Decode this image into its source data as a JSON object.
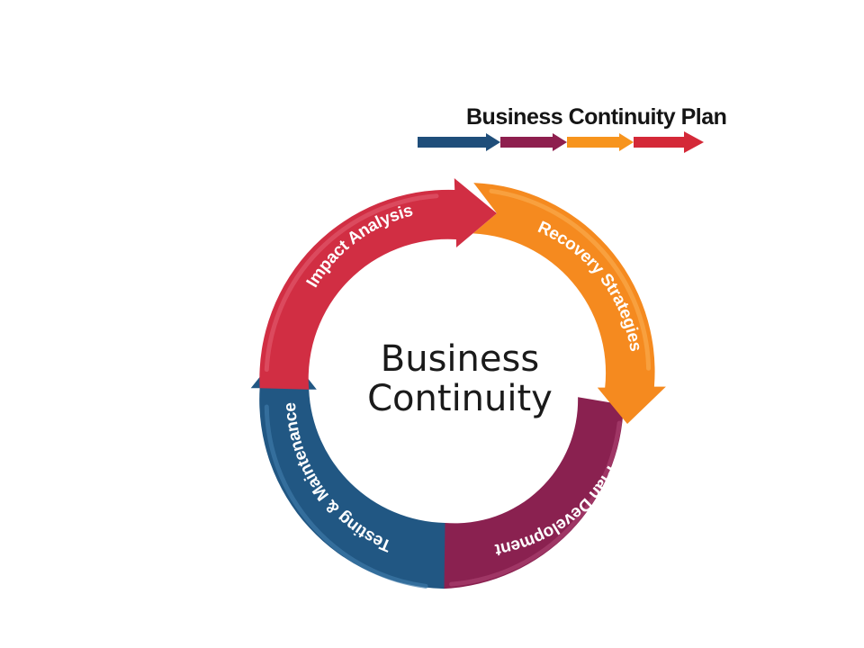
{
  "legend": {
    "title": "Business Continuity Plan",
    "colors": [
      "#1F4E7A",
      "#8E1F4E",
      "#F7941D",
      "#D42938"
    ]
  },
  "center": {
    "line1": "Business",
    "line2": "Continuity"
  },
  "segments": [
    {
      "id": "impact-analysis",
      "label": "Impact Analysis",
      "color": "#D12E43",
      "highlight": "#E0576A"
    },
    {
      "id": "recovery-strategies",
      "label": "Recovery Strategies",
      "color": "#F58A1F",
      "highlight": "#F9A94B"
    },
    {
      "id": "plan-development",
      "label": "Plan Development",
      "color": "#8A2150",
      "highlight": "#A8406E"
    },
    {
      "id": "testing-maintenance",
      "label": "Testing & Maintenance",
      "color": "#215783",
      "highlight": "#3D78A6"
    }
  ]
}
